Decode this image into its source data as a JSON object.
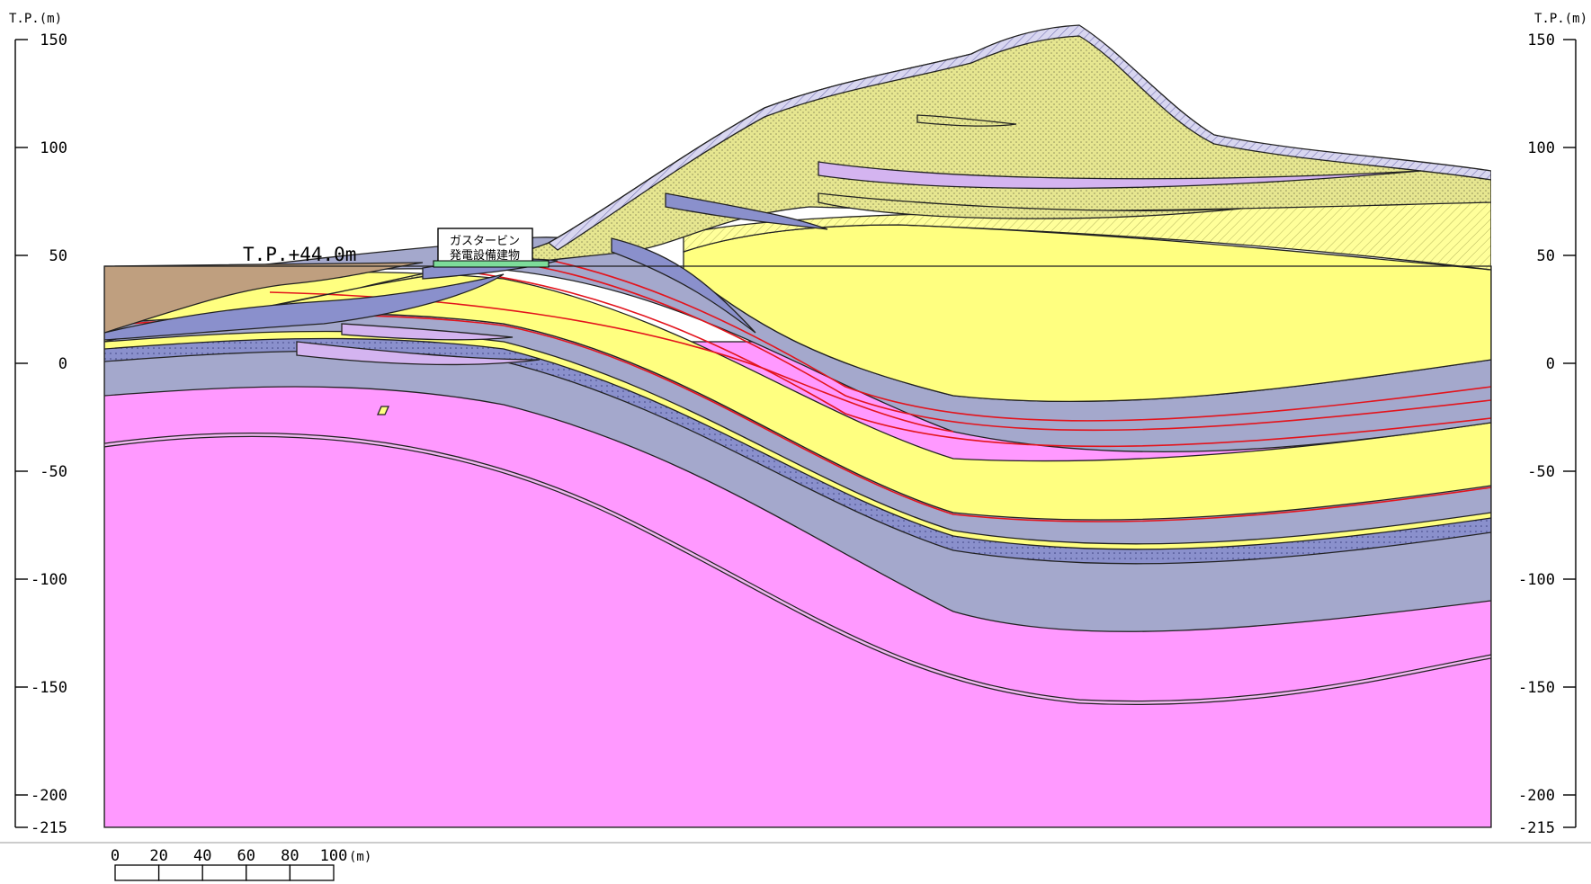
{
  "axis": {
    "unit_left": "T.P.(m)",
    "unit_right": "T.P.(m)",
    "ticks": [
      {
        "label": "150",
        "value": 150
      },
      {
        "label": "100",
        "value": 100
      },
      {
        "label": "50",
        "value": 50
      },
      {
        "label": "0",
        "value": 0
      },
      {
        "label": "-50",
        "value": -50
      },
      {
        "label": "-100",
        "value": -100
      },
      {
        "label": "-150",
        "value": -150
      },
      {
        "label": "-200",
        "value": -200
      },
      {
        "label": "-215",
        "value": -215
      }
    ]
  },
  "annotations": {
    "ground_level": "T.P.+44.0m",
    "building_line1": "ガスタービン",
    "building_line2": "発電設備建物"
  },
  "scale_bar": {
    "ticks": [
      "0",
      "20",
      "40",
      "60",
      "80",
      "100"
    ],
    "unit": "(m)"
  },
  "colors": {
    "basement_pink": "#ff99ff",
    "slate_blue": "#a4a8cc",
    "dark_blue": "#8a90cc",
    "yellow": "#ffff80",
    "olive_dotted": "#e8e896",
    "brown_fill": "#bf9f7f",
    "lavender_hatch": "#c8c6e8",
    "fault_red": "#e3141c",
    "building_green": "#7ddc9a"
  }
}
